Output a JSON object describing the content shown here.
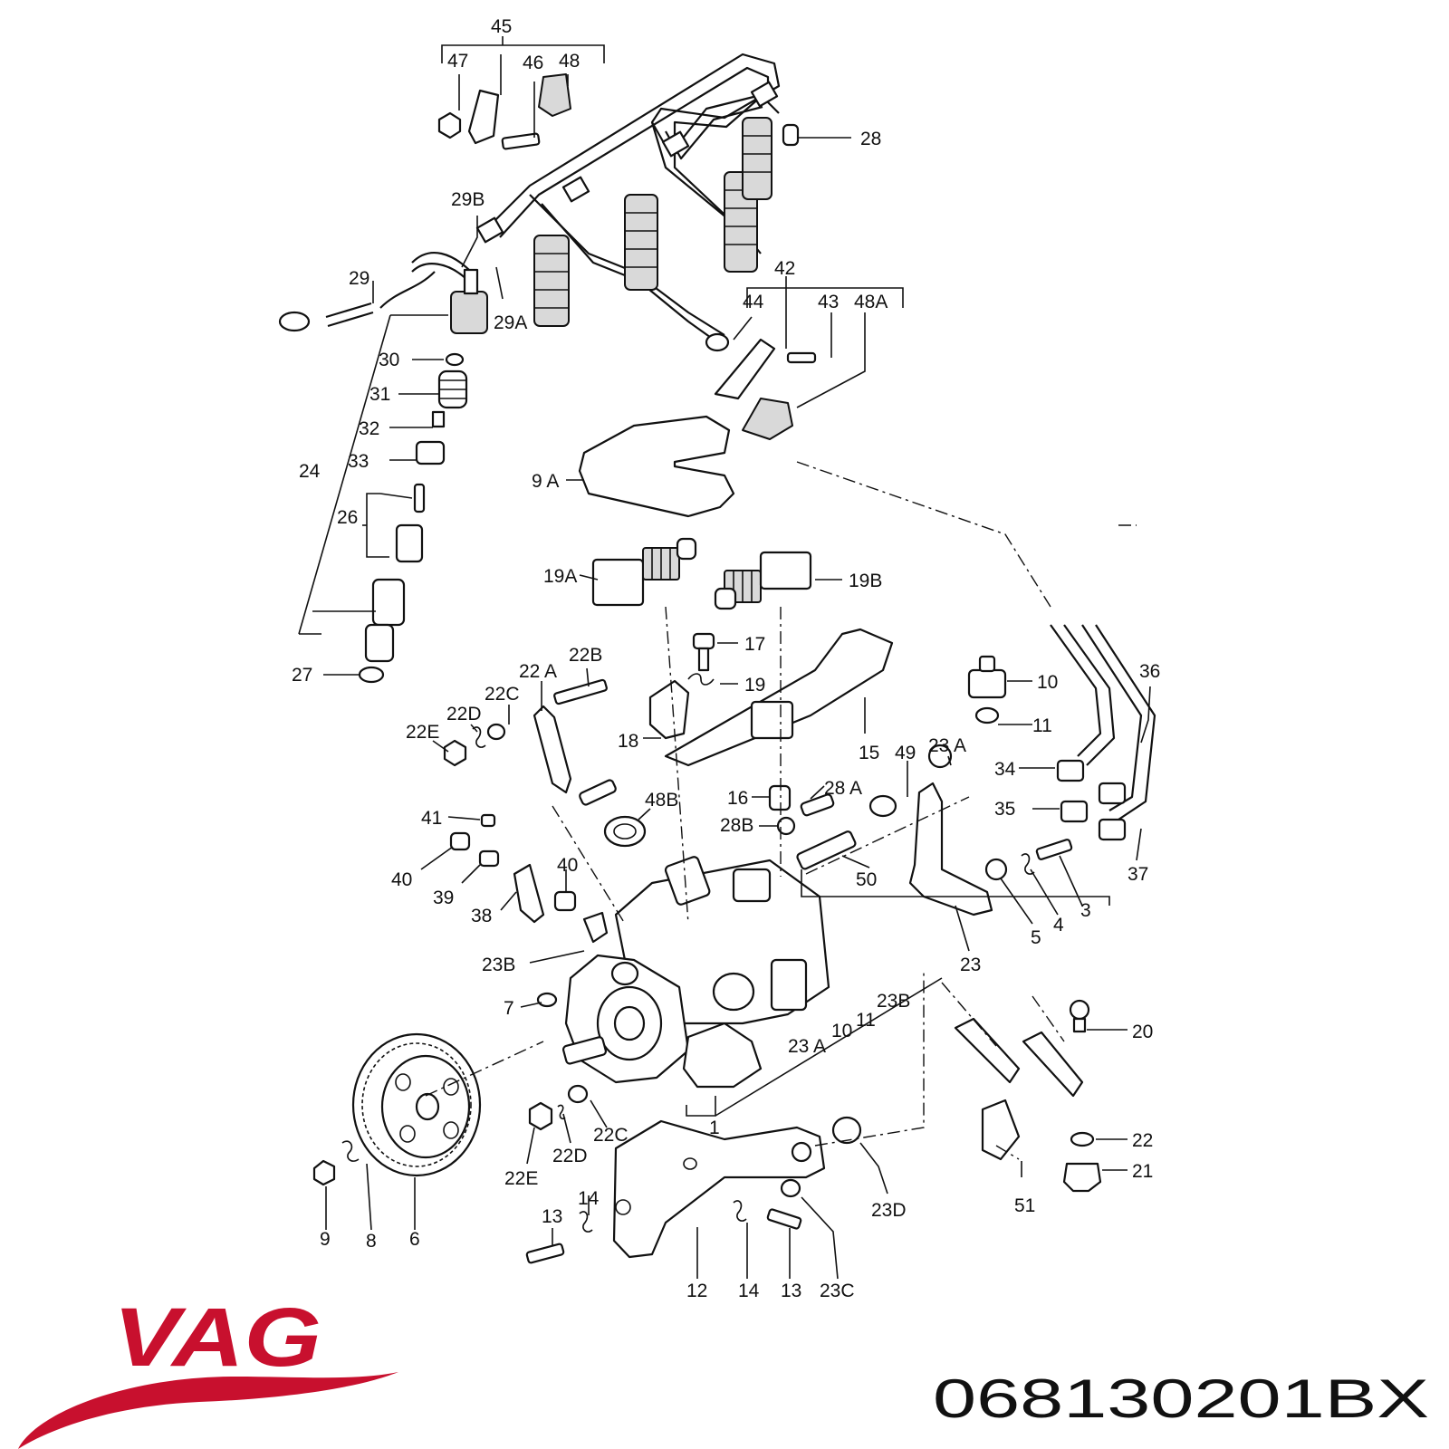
{
  "colors": {
    "brand_red": "#c8102e",
    "ink": "#111111"
  },
  "brand": {
    "logo_text": "VAG"
  },
  "part_number": "068130201BX",
  "callouts": [
    {
      "id": "c45",
      "text": "45"
    },
    {
      "id": "c47",
      "text": "47"
    },
    {
      "id": "c46",
      "text": "46"
    },
    {
      "id": "c48",
      "text": "48"
    },
    {
      "id": "c28",
      "text": "28"
    },
    {
      "id": "c29b",
      "text": "29B"
    },
    {
      "id": "c29",
      "text": "29"
    },
    {
      "id": "c29a",
      "text": "29A"
    },
    {
      "id": "c42",
      "text": "42"
    },
    {
      "id": "c44",
      "text": "44"
    },
    {
      "id": "c43",
      "text": "43"
    },
    {
      "id": "c48a",
      "text": "48A"
    },
    {
      "id": "c30",
      "text": "30"
    },
    {
      "id": "c31",
      "text": "31"
    },
    {
      "id": "c32",
      "text": "32"
    },
    {
      "id": "c33",
      "text": "33"
    },
    {
      "id": "c24",
      "text": "24"
    },
    {
      "id": "c9a",
      "text": "9 A"
    },
    {
      "id": "c26",
      "text": "26"
    },
    {
      "id": "c19a",
      "text": "19A"
    },
    {
      "id": "c19b",
      "text": "19B"
    },
    {
      "id": "c27",
      "text": "27"
    },
    {
      "id": "c17",
      "text": "17"
    },
    {
      "id": "c19",
      "text": "19"
    },
    {
      "id": "c22b",
      "text": "22B"
    },
    {
      "id": "c22a",
      "text": "22 A"
    },
    {
      "id": "c22c",
      "text": "22C"
    },
    {
      "id": "c22d",
      "text": "22D"
    },
    {
      "id": "c22e",
      "text": "22E"
    },
    {
      "id": "c18",
      "text": "18"
    },
    {
      "id": "c15",
      "text": "15"
    },
    {
      "id": "c10",
      "text": "10"
    },
    {
      "id": "c11",
      "text": "11"
    },
    {
      "id": "c36",
      "text": "36"
    },
    {
      "id": "c49",
      "text": "49"
    },
    {
      "id": "c23a",
      "text": "23 A"
    },
    {
      "id": "c34",
      "text": "34"
    },
    {
      "id": "c16",
      "text": "16"
    },
    {
      "id": "c28a",
      "text": "28 A"
    },
    {
      "id": "c48b",
      "text": "48B"
    },
    {
      "id": "c35",
      "text": "35"
    },
    {
      "id": "c41",
      "text": "41"
    },
    {
      "id": "c28b",
      "text": "28B"
    },
    {
      "id": "c40a",
      "text": "40"
    },
    {
      "id": "c40b",
      "text": "40"
    },
    {
      "id": "c39",
      "text": "39"
    },
    {
      "id": "c38",
      "text": "38"
    },
    {
      "id": "c50",
      "text": "50"
    },
    {
      "id": "c37",
      "text": "37"
    },
    {
      "id": "c5",
      "text": "5"
    },
    {
      "id": "c4",
      "text": "4"
    },
    {
      "id": "c3",
      "text": "3"
    },
    {
      "id": "c23b",
      "text": "23B"
    },
    {
      "id": "c23",
      "text": "23"
    },
    {
      "id": "c7",
      "text": "7"
    },
    {
      "id": "c23b2",
      "text": "23B"
    },
    {
      "id": "c11b",
      "text": "11"
    },
    {
      "id": "c10b",
      "text": "10"
    },
    {
      "id": "c23a2",
      "text": "23 A"
    },
    {
      "id": "c20",
      "text": "20"
    },
    {
      "id": "c22c2",
      "text": "22C"
    },
    {
      "id": "c1",
      "text": "1"
    },
    {
      "id": "c22d2",
      "text": "22D"
    },
    {
      "id": "c22",
      "text": "22"
    },
    {
      "id": "c21",
      "text": "21"
    },
    {
      "id": "c22e2",
      "text": "22E"
    },
    {
      "id": "c51",
      "text": "51"
    },
    {
      "id": "c23d",
      "text": "23D"
    },
    {
      "id": "c14",
      "text": "14"
    },
    {
      "id": "c13",
      "text": "13"
    },
    {
      "id": "c9",
      "text": "9"
    },
    {
      "id": "c8",
      "text": "8"
    },
    {
      "id": "c6",
      "text": "6"
    },
    {
      "id": "c12",
      "text": "12"
    },
    {
      "id": "c14b",
      "text": "14"
    },
    {
      "id": "c13b",
      "text": "13"
    },
    {
      "id": "c23c",
      "text": "23C"
    }
  ]
}
